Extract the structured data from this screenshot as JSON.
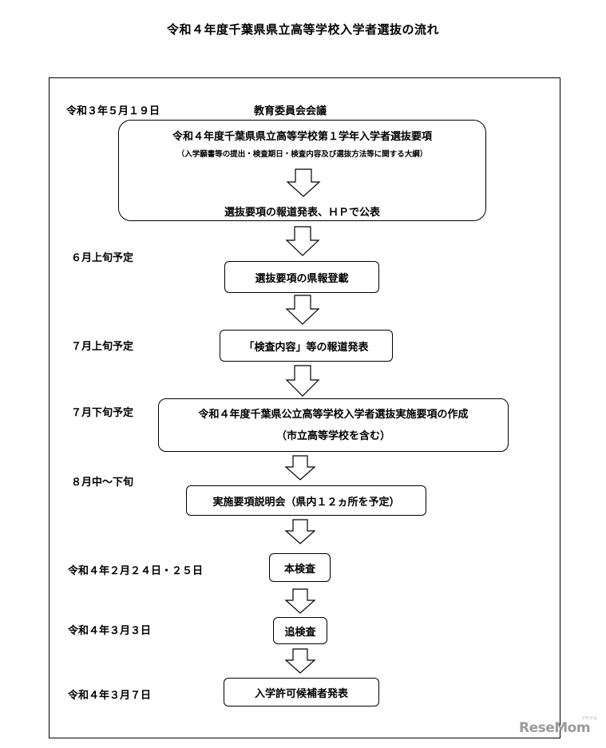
{
  "title": "令和４年度千葉県県立高等学校入学者選抜の流れ",
  "steps": [
    {
      "date": "令和３年５月１９日",
      "heading": "教育委員会会議",
      "line1": "令和４年度千葉県県立高等学校第１学年入学者選抜要項",
      "line2": "（入学願書等の提出・検査期日・検査内容及び選抜方法等に関する大綱）",
      "line3": "選抜要項の報道発表、ＨＰで公表"
    },
    {
      "date": "６月上旬予定",
      "line1": "選抜要項の県報登載"
    },
    {
      "date": "７月上旬予定",
      "line1": "「検査内容」等の報道発表"
    },
    {
      "date": "７月下旬予定",
      "line1": "令和４年度千葉県公立高等学校入学者選抜実施要項の作成",
      "line2": "（市立高等学校を含む）"
    },
    {
      "date": "８月中～下旬",
      "line1": "実施要項説明会（県内１２ヵ所を予定）"
    },
    {
      "date": "令和４年２月２４日・２５日",
      "line1": "本検査"
    },
    {
      "date": "令和４年３月３日",
      "line1": "追検査"
    },
    {
      "date": "令和４年３月７日",
      "line1": "入学許可候補者発表"
    }
  ],
  "logo": {
    "text": "ReseMom",
    "sub": "リセマム"
  }
}
